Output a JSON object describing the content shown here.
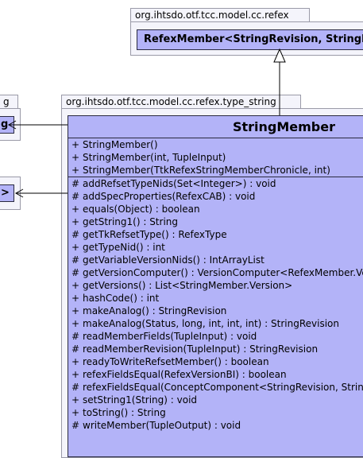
{
  "packages": {
    "refex": {
      "name": "org.ihtsdo.otf.tcc.model.cc.refex"
    },
    "type_string": {
      "name": "org.ihtsdo.otf.tcc.model.cc.refex.type_string"
    },
    "left_top": {
      "name": "g"
    }
  },
  "classes": {
    "refex_member": {
      "title": "RefexMember<StringRevision, StringMember>"
    },
    "left_top_class": {
      "title": "g"
    },
    "left_bottom_class": {
      "title": ">"
    },
    "string_member": {
      "title": "StringMember",
      "constructors": [
        {
          "vis": "+",
          "sig": "StringMember()"
        },
        {
          "vis": "+",
          "sig": "StringMember(int, TupleInput)"
        },
        {
          "vis": "+",
          "sig": "StringMember(TtkRefexStringMemberChronicle, int)"
        }
      ],
      "methods": [
        {
          "vis": "#",
          "sig": "addRefsetTypeNids(Set<Integer>) : void"
        },
        {
          "vis": "#",
          "sig": "addSpecProperties(RefexCAB) : void"
        },
        {
          "vis": "+",
          "sig": "equals(Object) : boolean"
        },
        {
          "vis": "+",
          "sig": "getString1() : String"
        },
        {
          "vis": "#",
          "sig": "getTkRefsetType() : RefexType"
        },
        {
          "vis": "+",
          "sig": "getTypeNid() : int"
        },
        {
          "vis": "#",
          "sig": "getVariableVersionNids() : IntArrayList"
        },
        {
          "vis": "#",
          "sig": "getVersionComputer() : VersionComputer<RefexMember.Version<StringRevision, StringMember>>"
        },
        {
          "vis": "+",
          "sig": "getVersions() : List<StringMember.Version>"
        },
        {
          "vis": "+",
          "sig": "hashCode() : int"
        },
        {
          "vis": "+",
          "sig": "makeAnalog() : StringRevision"
        },
        {
          "vis": "+",
          "sig": "makeAnalog(Status, long, int, int, int) : StringRevision"
        },
        {
          "vis": "#",
          "sig": "readMemberFields(TupleInput) : void"
        },
        {
          "vis": "#",
          "sig": "readMemberRevision(TupleInput) : StringRevision"
        },
        {
          "vis": "+",
          "sig": "readyToWriteRefsetMember() : boolean"
        },
        {
          "vis": "+",
          "sig": "refexFieldsEqual(RefexVersionBI) : boolean"
        },
        {
          "vis": "#",
          "sig": "refexFieldsEqual(ConceptComponent<StringRevision, StringMember>) : boolean"
        },
        {
          "vis": "+",
          "sig": "setString1(String) : void"
        },
        {
          "vis": "+",
          "sig": "toString() : String"
        },
        {
          "vis": "#",
          "sig": "writeMember(TupleOutput) : void"
        }
      ]
    }
  }
}
